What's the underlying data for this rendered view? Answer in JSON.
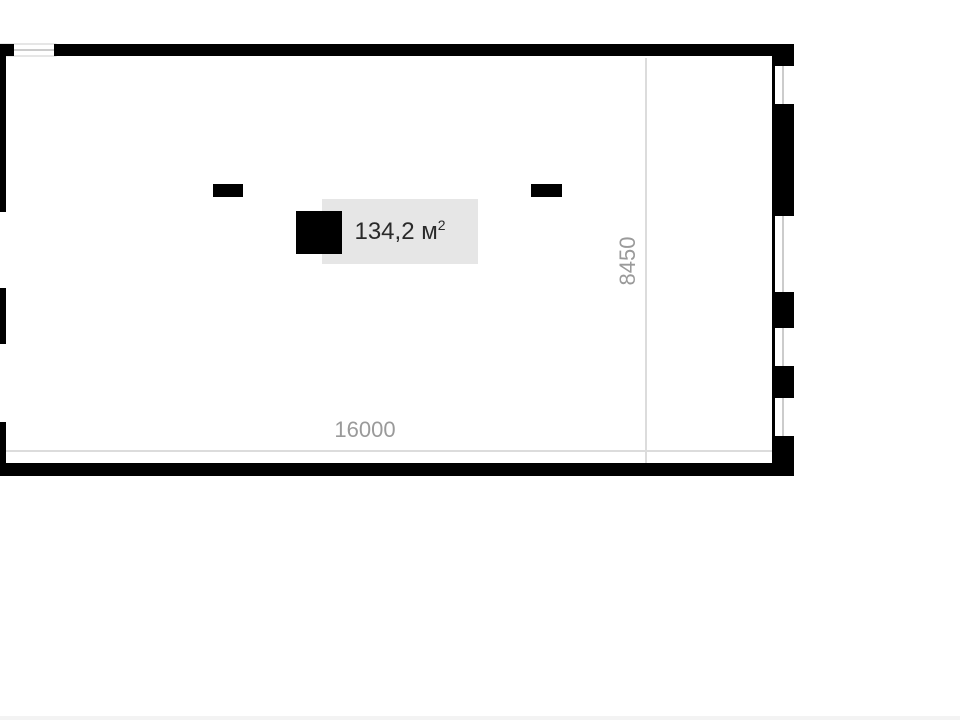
{
  "plan": {
    "area_value": "134,2",
    "area_unit": "м",
    "area_unit_power": "2",
    "dimension_width": "16000",
    "dimension_height": "8450"
  },
  "colors": {
    "wall": "#000000",
    "dimension_line": "#d9d9d9",
    "dimension_text": "#9a9a9a",
    "label_bg": "#e6e6e6"
  }
}
